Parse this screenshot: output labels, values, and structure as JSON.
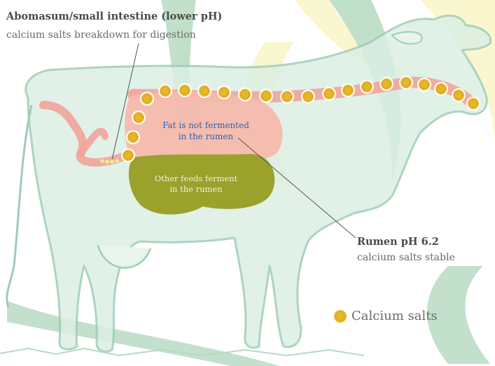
{
  "abomasum": {
    "title": "Abomasum/small intestine (lower pH)",
    "subtitle": "calcium salts breakdown for digestion"
  },
  "rumen": {
    "title": "Rumen pH 6.2",
    "subtitle": "calcium salts stable"
  },
  "fat_label": {
    "line1": "Fat is not fermented",
    "line2": "in the rumen"
  },
  "feeds_label": {
    "line1": "Other feeds ferment",
    "line2": "in the rumen"
  },
  "legend": {
    "label": "Calcium salts",
    "icon": "calcium-salt-bead-icon"
  },
  "colors": {
    "outline": "#9fcdb5",
    "cow_fill": "#dcefe4",
    "leaf_green": "#8fc7a0",
    "leaf_yellow": "#f6f0a6",
    "pink_tract": "#f2a49a",
    "rumen_fill": "#f6b9ad",
    "ferment_fill": "#9aa22b",
    "bead": "#e7b62b",
    "bead_ring": "#ffffff",
    "text_blue": "#2a63b0"
  }
}
